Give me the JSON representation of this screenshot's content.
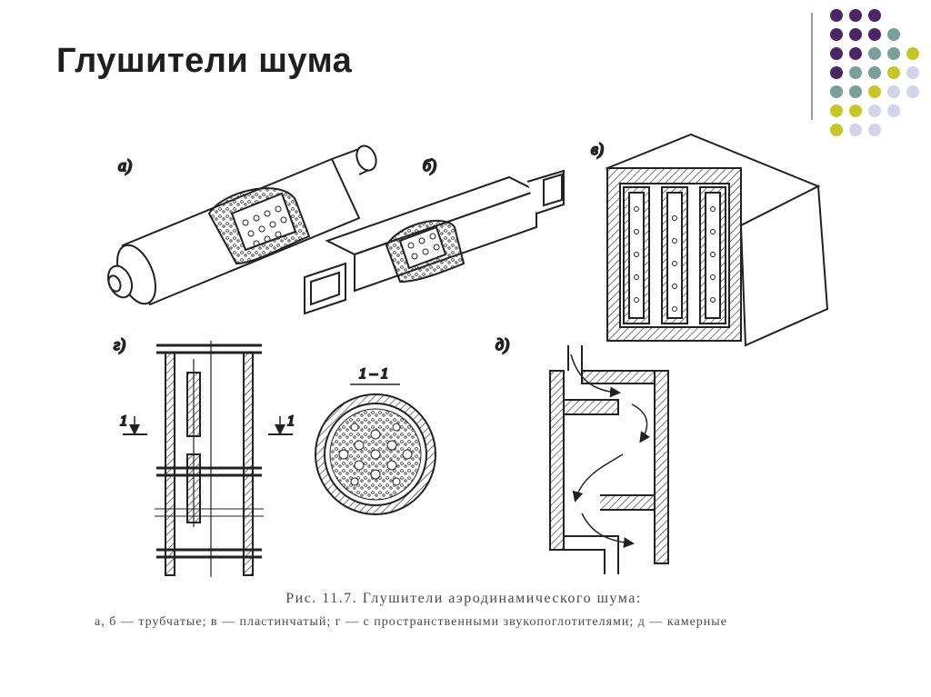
{
  "slide": {
    "title": "Глушители шума"
  },
  "decor": {
    "dot_colors": {
      "purple": "#4b2565",
      "teal": "#7a9f9b",
      "olive": "#c5c627",
      "lilac": "#d3d3ea"
    }
  },
  "figure": {
    "labels": {
      "a": "а)",
      "b": "б)",
      "v": "в)",
      "g": "г)",
      "d": "д)"
    },
    "section_title": "1 – 1",
    "section_mark_left": "1",
    "section_mark_right": "1",
    "icons": [
      "tubular-muffler-icon",
      "duct-muffler-icon",
      "plate-muffler-icon",
      "spatial-absorber-muffler-icon",
      "chamber-muffler-icon"
    ]
  },
  "caption": {
    "main": "Рис. 11.7. Глушители аэродинамического шума:",
    "sub": "а, б — трубчатые; в — пластинчатый; г — с пространственными звукопоглотителями; д — камерные"
  }
}
